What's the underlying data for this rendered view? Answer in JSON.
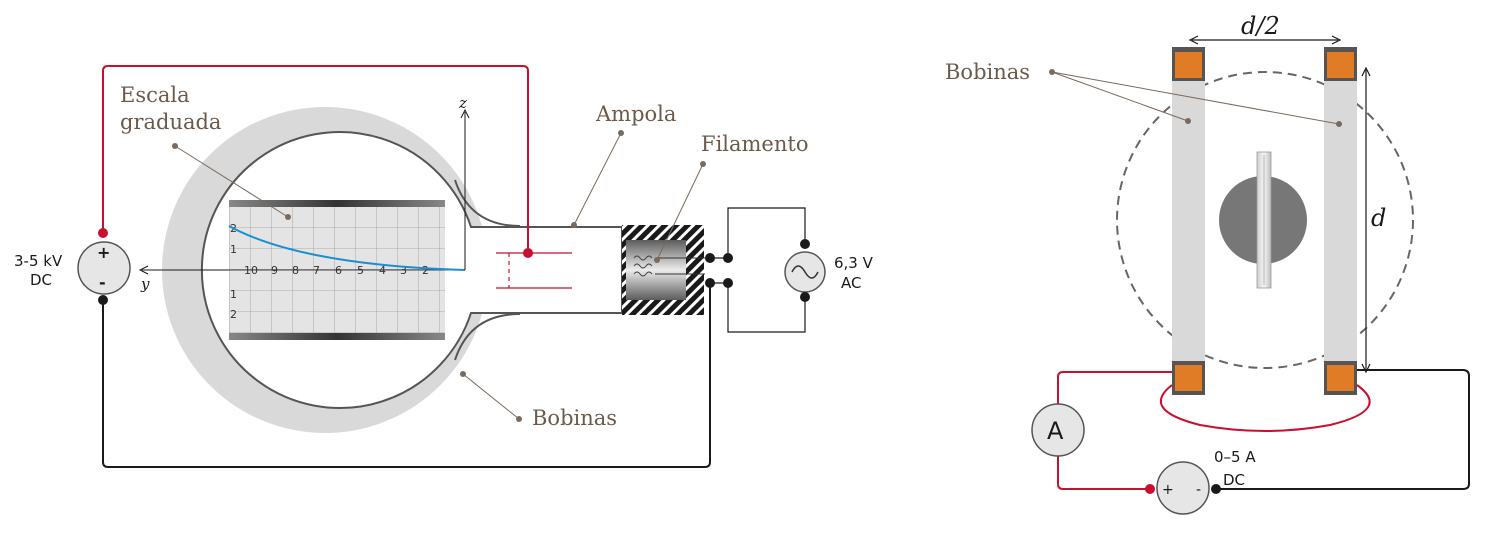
{
  "left": {
    "labels": {
      "scale_line1": "Escala",
      "scale_line2": "graduada",
      "bulb": "Ampola",
      "filament": "Filamento",
      "coils": "Bobinas"
    },
    "hv_source": {
      "plus": "+",
      "minus": "-",
      "line1": "3-5 kV",
      "line2": "DC"
    },
    "ac_source": {
      "line1": "6,3 V",
      "line2": "AC"
    },
    "axes": {
      "z": "z",
      "y": "y"
    },
    "scale_h_ticks": [
      "10",
      "9",
      "8",
      "7",
      "6",
      "5",
      "4",
      "3",
      "2"
    ],
    "scale_v_ticks_top": [
      "2",
      "1"
    ],
    "scale_v_ticks_bottom": [
      "1",
      "2"
    ],
    "colors": {
      "wire_red": "#c8102e",
      "wire_black": "#1a1a1a",
      "beam": "#1a8fd0",
      "coil_ring": "#d9d9d9"
    }
  },
  "right": {
    "labels": {
      "coils": "Bobinas",
      "d_half": "d/2",
      "d": "d"
    },
    "ammeter": "A",
    "dc_source": {
      "plus": "+",
      "minus": "-",
      "line1": "0–5 A",
      "line2": "DC"
    },
    "colors": {
      "coil_copper": "#e07b26"
    }
  }
}
